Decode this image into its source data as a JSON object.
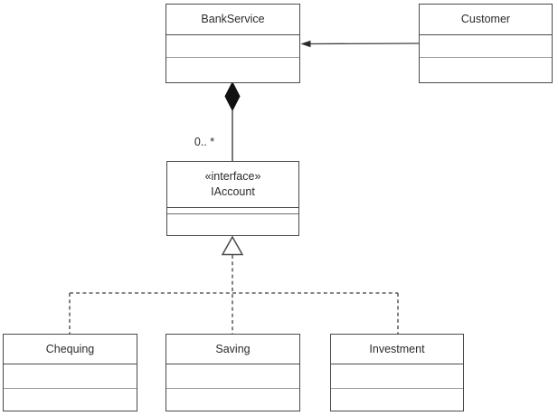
{
  "colors": {
    "background": "#ffffff",
    "box_border": "#4a4a4a",
    "light_divider": "#9b9b9b",
    "text": "#2b2b2b",
    "connector": "#3f3f3f",
    "diamond_fill": "#111111",
    "triangle_fill": "#ffffff"
  },
  "classes": {
    "bank_service": {
      "name": "BankService"
    },
    "customer": {
      "name": "Customer"
    },
    "iaccount": {
      "stereotype": "«interface»",
      "name": "IAccount"
    },
    "chequing": {
      "name": "Chequing"
    },
    "saving": {
      "name": "Saving"
    },
    "investment": {
      "name": "Investment"
    }
  },
  "relationships": {
    "composition": {
      "kind": "composition",
      "from": "BankService",
      "to": "IAccount",
      "multiplicity": "0.. *"
    },
    "association": {
      "kind": "directed-association",
      "from": "Customer",
      "to": "BankService"
    },
    "realizations": [
      {
        "kind": "realization",
        "from": "Chequing",
        "to": "IAccount"
      },
      {
        "kind": "realization",
        "from": "Saving",
        "to": "IAccount"
      },
      {
        "kind": "realization",
        "from": "Investment",
        "to": "IAccount"
      }
    ]
  }
}
